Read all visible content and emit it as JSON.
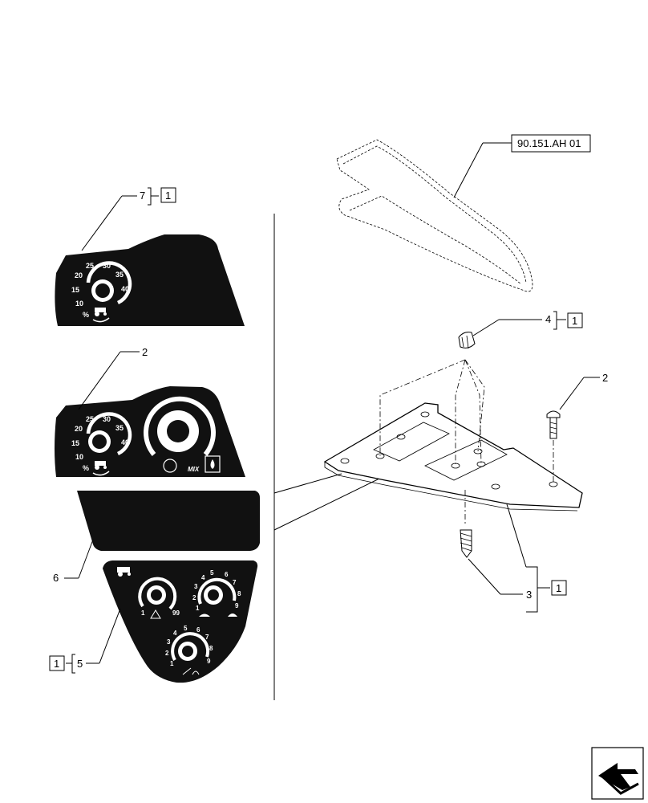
{
  "references": {
    "ref_main": "90.151.AH 01"
  },
  "callouts": {
    "c7": "7",
    "c7_box": "1",
    "c2_left": "2",
    "c6": "6",
    "c5": "5",
    "c5_box": "1",
    "c4": "4",
    "c4_box": "1",
    "c2_right": "2",
    "c3": "3",
    "c3_box": "1"
  },
  "decal_7": {
    "ticks": [
      "10",
      "15",
      "20",
      "25",
      "30",
      "35",
      "40"
    ],
    "unit": "%"
  },
  "decal_2": {
    "ticks": [
      "10",
      "15",
      "20",
      "25",
      "30",
      "35",
      "40"
    ],
    "unit": "%",
    "mix_label": "MIX"
  },
  "decal_5": {
    "dial_a": [
      "1",
      "99"
    ],
    "dial_b": [
      "1",
      "2",
      "3",
      "4",
      "5",
      "6",
      "7",
      "8",
      "9"
    ],
    "dial_c": [
      "1",
      "2",
      "3",
      "4",
      "5",
      "6",
      "7",
      "8",
      "9"
    ]
  },
  "icons": [
    "tractor-icon",
    "rotate-arrows-icon",
    "water-drop-icon",
    "hand-lever-icon",
    "turtle-icon",
    "rabbit-icon",
    "navigation-arrow-icon"
  ]
}
